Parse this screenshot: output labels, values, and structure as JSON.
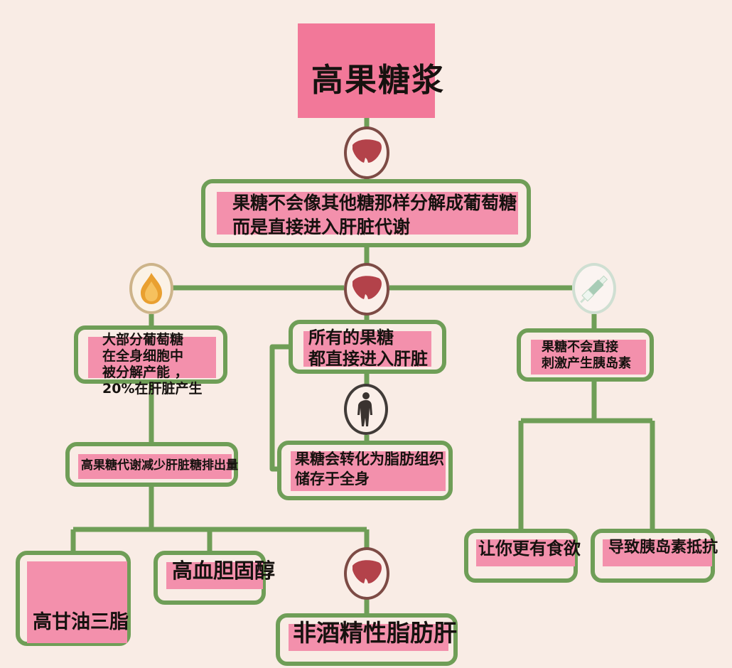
{
  "diagram": {
    "title": "高果糖浆",
    "background_color": "#f9ece5",
    "box_border_color": "#6f9e57",
    "box_fill_color": "#f390ac",
    "title_fill_color": "#f27899",
    "connector_color": "#6f9e57",
    "nodes": {
      "title": "高果糖浆",
      "main_statement_line1": "果糖不会像其他糖那样分解成葡萄糖",
      "main_statement_line2": "而是直接进入肝脏代谢",
      "glucose_line1": "大部分葡萄糖",
      "glucose_line2": "在全身细胞中",
      "glucose_line3": "被分解产能 ，",
      "glucose_line4": "20%在肝脏产生",
      "all_fructose_line1": "所有的果糖",
      "all_fructose_line2": "都直接进入肝脏",
      "insulin_line1": "果糖不会直接",
      "insulin_line2": "刺激产生胰岛素",
      "hepatic_glucose_output": "高果糖代谢减少肝脏糖排出量",
      "fat_tissue_line1": "果糖会转化为脂肪组织",
      "fat_tissue_line2": "储存于全身",
      "triglycerides": "高甘油三脂",
      "cholesterol": "高血胆固醇",
      "nafld": "非酒精性脂肪肝",
      "appetite": "让你更有食欲",
      "insulin_resistance": "导致胰岛素抵抗"
    },
    "icons": [
      {
        "name": "liver-icon",
        "position": "below-title",
        "color": "#b3424a"
      },
      {
        "name": "flame-icon",
        "position": "left-branch",
        "color": "#e9a030"
      },
      {
        "name": "liver-icon",
        "position": "center-branch",
        "color": "#b3424a"
      },
      {
        "name": "syringe-icon",
        "position": "right-branch",
        "color": "#a8ccb6"
      },
      {
        "name": "human-body-icon",
        "position": "below-all-fructose",
        "color": "#3a3330"
      },
      {
        "name": "liver-icon",
        "position": "above-nafld",
        "color": "#b3424a"
      }
    ]
  }
}
